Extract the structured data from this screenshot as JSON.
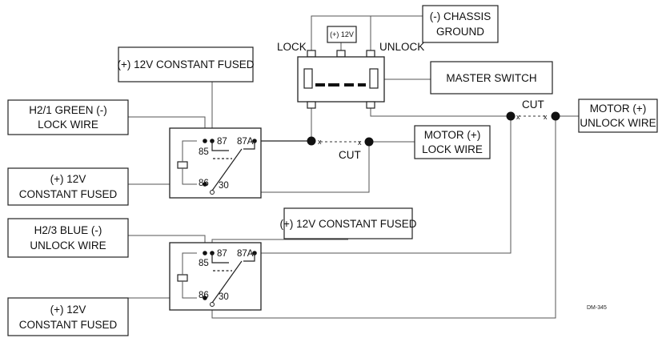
{
  "labels": {
    "constant_fused_top": "(+) 12V CONSTANT FUSED",
    "green_lock_1": "H2/1 GREEN (-)",
    "green_lock_2": "LOCK WIRE",
    "fused_a_1": "(+) 12V",
    "fused_a_2": "CONSTANT FUSED",
    "blue_unlock_1": "H2/3 BLUE (-)",
    "blue_unlock_2": "UNLOCK WIRE",
    "fused_b_1": "(+) 12V",
    "fused_b_2": "CONSTANT FUSED",
    "constant_fused_mid": "(+) 12V CONSTANT FUSED",
    "chassis_1": "(-) CHASSIS",
    "chassis_2": "GROUND",
    "switch_12v": "(+) 12V",
    "lock": "LOCK",
    "unlock": "UNLOCK",
    "master_switch": "MASTER SWITCH",
    "motor_lock_1": "MOTOR (+)",
    "motor_lock_2": "LOCK WIRE",
    "motor_unlock_1": "MOTOR (+)",
    "motor_unlock_2": "UNLOCK WIRE",
    "cut_1": "CUT",
    "cut_2": "CUT",
    "code": "DM-345"
  },
  "relays": [
    {
      "pins": {
        "p85": "85",
        "p86": "86",
        "p87": "87",
        "p87a": "87A",
        "p30": "30"
      }
    },
    {
      "pins": {
        "p85": "85",
        "p86": "86",
        "p87": "87",
        "p87a": "87A",
        "p30": "30"
      }
    }
  ]
}
